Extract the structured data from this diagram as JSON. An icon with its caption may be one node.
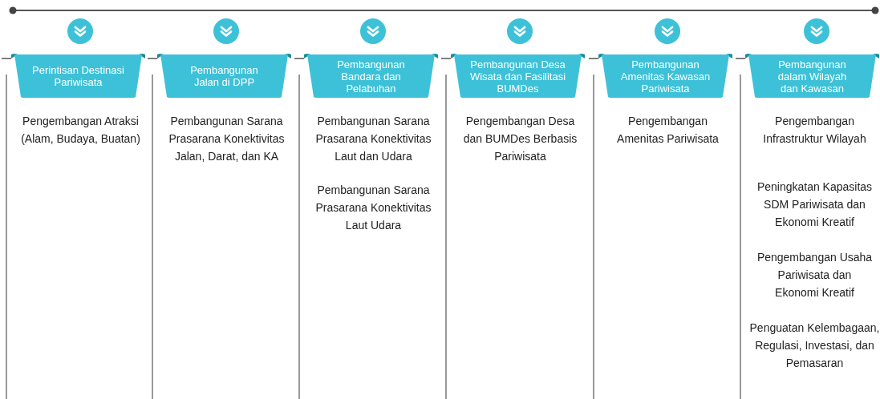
{
  "diagram": {
    "nodes": [
      {
        "text": [
          "Perintisan Destinasi Pariwisata"
        ]
      },
      {
        "text": [
          "Pembangunan Jalan di DPP"
        ]
      },
      {
        "text": [
          "Pembangunan Bandara dan Pelabuhan"
        ]
      },
      {
        "text": [
          "Pembangunan Desa Wisata dan Fasilitasi BUMDes"
        ]
      },
      {
        "text": [
          "Pembangunan Amenitas Kawasan Pariwisata"
        ]
      },
      {
        "text": [
          "Pembangunan dalam Wilayah dan Kawasan"
        ]
      }
    ],
    "edges": [],
    "labels": [
      "Pengembangan Atraksi (Alam, Budaya, Buatan)",
      "Pembangunan Sarana Prasarana Konektivitas Jalan, Darat, dan KA",
      "Pembangunan Sarana Prasarana Konektivitas Laut dan Udara",
      "Pembangunan Sarana Prasarana Konektivitas Laut Udara",
      "Pengembangan Desa dan BUMDes Berbasis Pariwisata",
      "Pengembangan Amenitas Pariwisata",
      "Pengembangan Infrastruktur Wilayah",
      "Peningkatan Kapasitas SDM Pariwisata dan Ekonomi Kreatif",
      "Pengembangan Usaha Pariwisata dan Ekonomi Kreatif",
      "Penguatan Kelembagaan, Regulasi, Investasi, dan Pemasaran"
    ]
  }
}
